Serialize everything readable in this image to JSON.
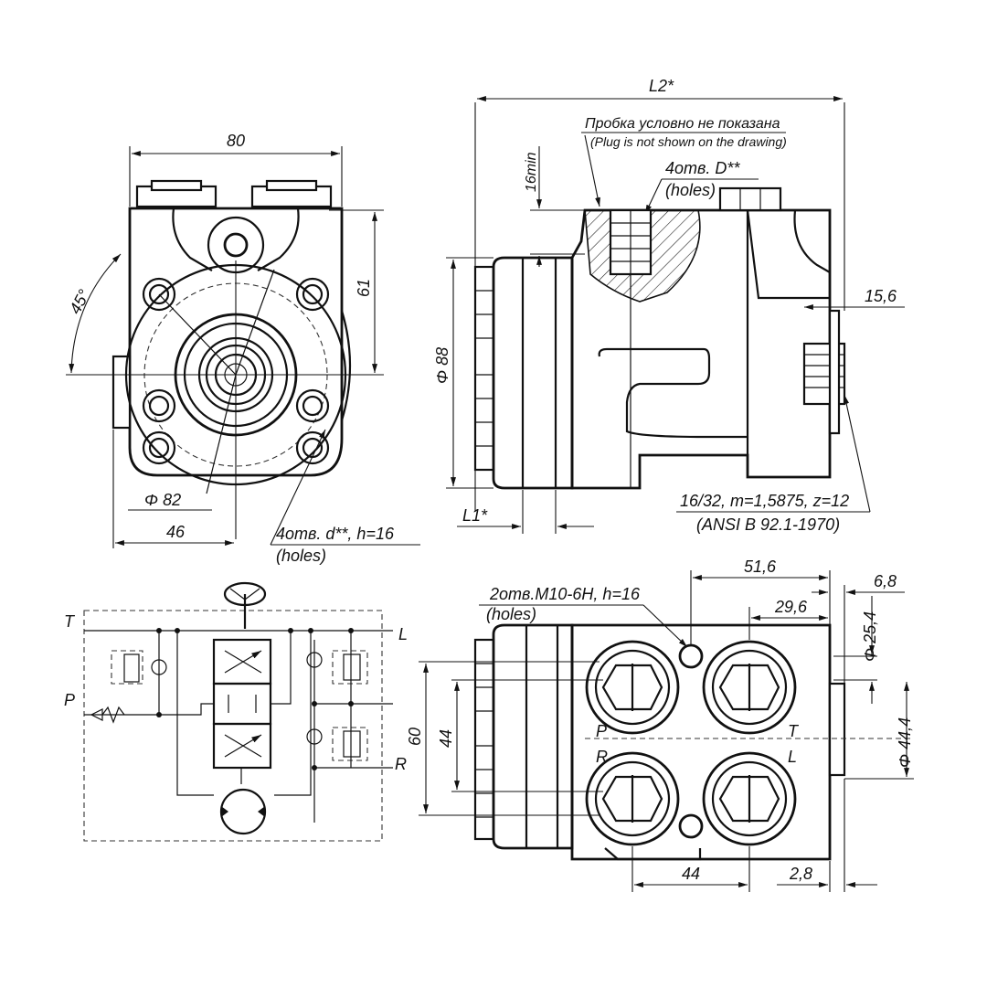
{
  "front_view": {
    "dim_width": "80",
    "dim_height": "61",
    "dim_angle": "45°",
    "dim_pcd": "Φ 82",
    "dim_offset": "46",
    "holes_label": "4отв. d**, h=16",
    "holes_label_en": "(holes)"
  },
  "side_view": {
    "dim_length": "L2*",
    "plug_note": "Пробка условно не показана",
    "plug_note_en": "(Plug is not shown on the drawing)",
    "dim_min": "16min",
    "holes_label": "4отв. D**",
    "holes_label_en": "(holes)",
    "dim_diameter": "Φ 88",
    "dim_shaft": "15,6",
    "dim_l1": "L1*",
    "spline_spec": "16/32,  m=1,5875,  z=12",
    "spline_standard": "(ANSI B 92.1-1970)"
  },
  "bottom_view": {
    "holes_label": "2отв.M10-6H,  h=16",
    "holes_label_en": "(holes)",
    "dim_51_6": "51,6",
    "dim_29_6": "29,6",
    "dim_6_8": "6,8",
    "dim_25_4": "Φ 25,4",
    "dim_44_4": "Φ 44,4",
    "dim_60": "60",
    "dim_44_v": "44",
    "dim_44_h": "44",
    "dim_2_8": "2,8",
    "port_p": "P",
    "port_t": "T",
    "port_r": "R",
    "port_l": "L"
  },
  "schematic": {
    "label_t": "T",
    "label_p": "P",
    "label_l": "L",
    "label_r": "R"
  }
}
